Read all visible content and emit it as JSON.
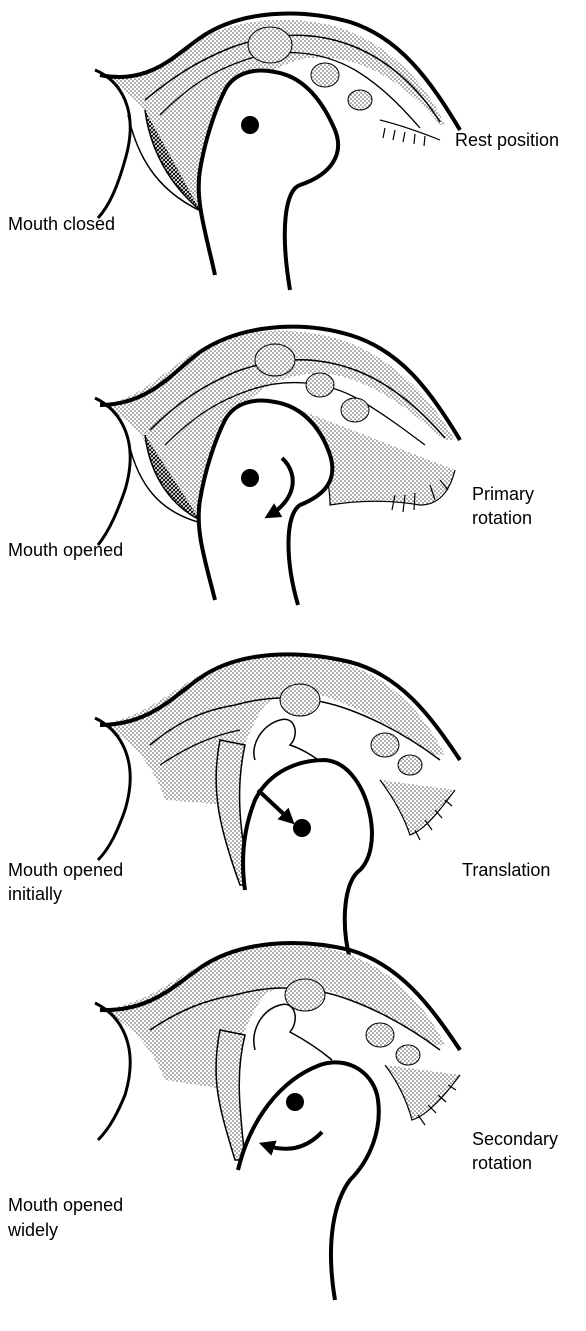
{
  "panels": [
    {
      "left_label": [
        "Mouth closed"
      ],
      "right_label": [
        "Rest position"
      ]
    },
    {
      "left_label": [
        "Mouth opened"
      ],
      "right_label": [
        "Primary",
        "rotation"
      ]
    },
    {
      "left_label": [
        "Mouth opened",
        "initially"
      ],
      "right_label": [
        "Translation"
      ]
    },
    {
      "left_label": [
        "Mouth opened",
        "widely"
      ],
      "right_label": [
        "Secondary",
        "rotation"
      ]
    }
  ],
  "colors": {
    "ink": "#000000",
    "stipple": "#bdbdbd",
    "background": "#ffffff"
  }
}
